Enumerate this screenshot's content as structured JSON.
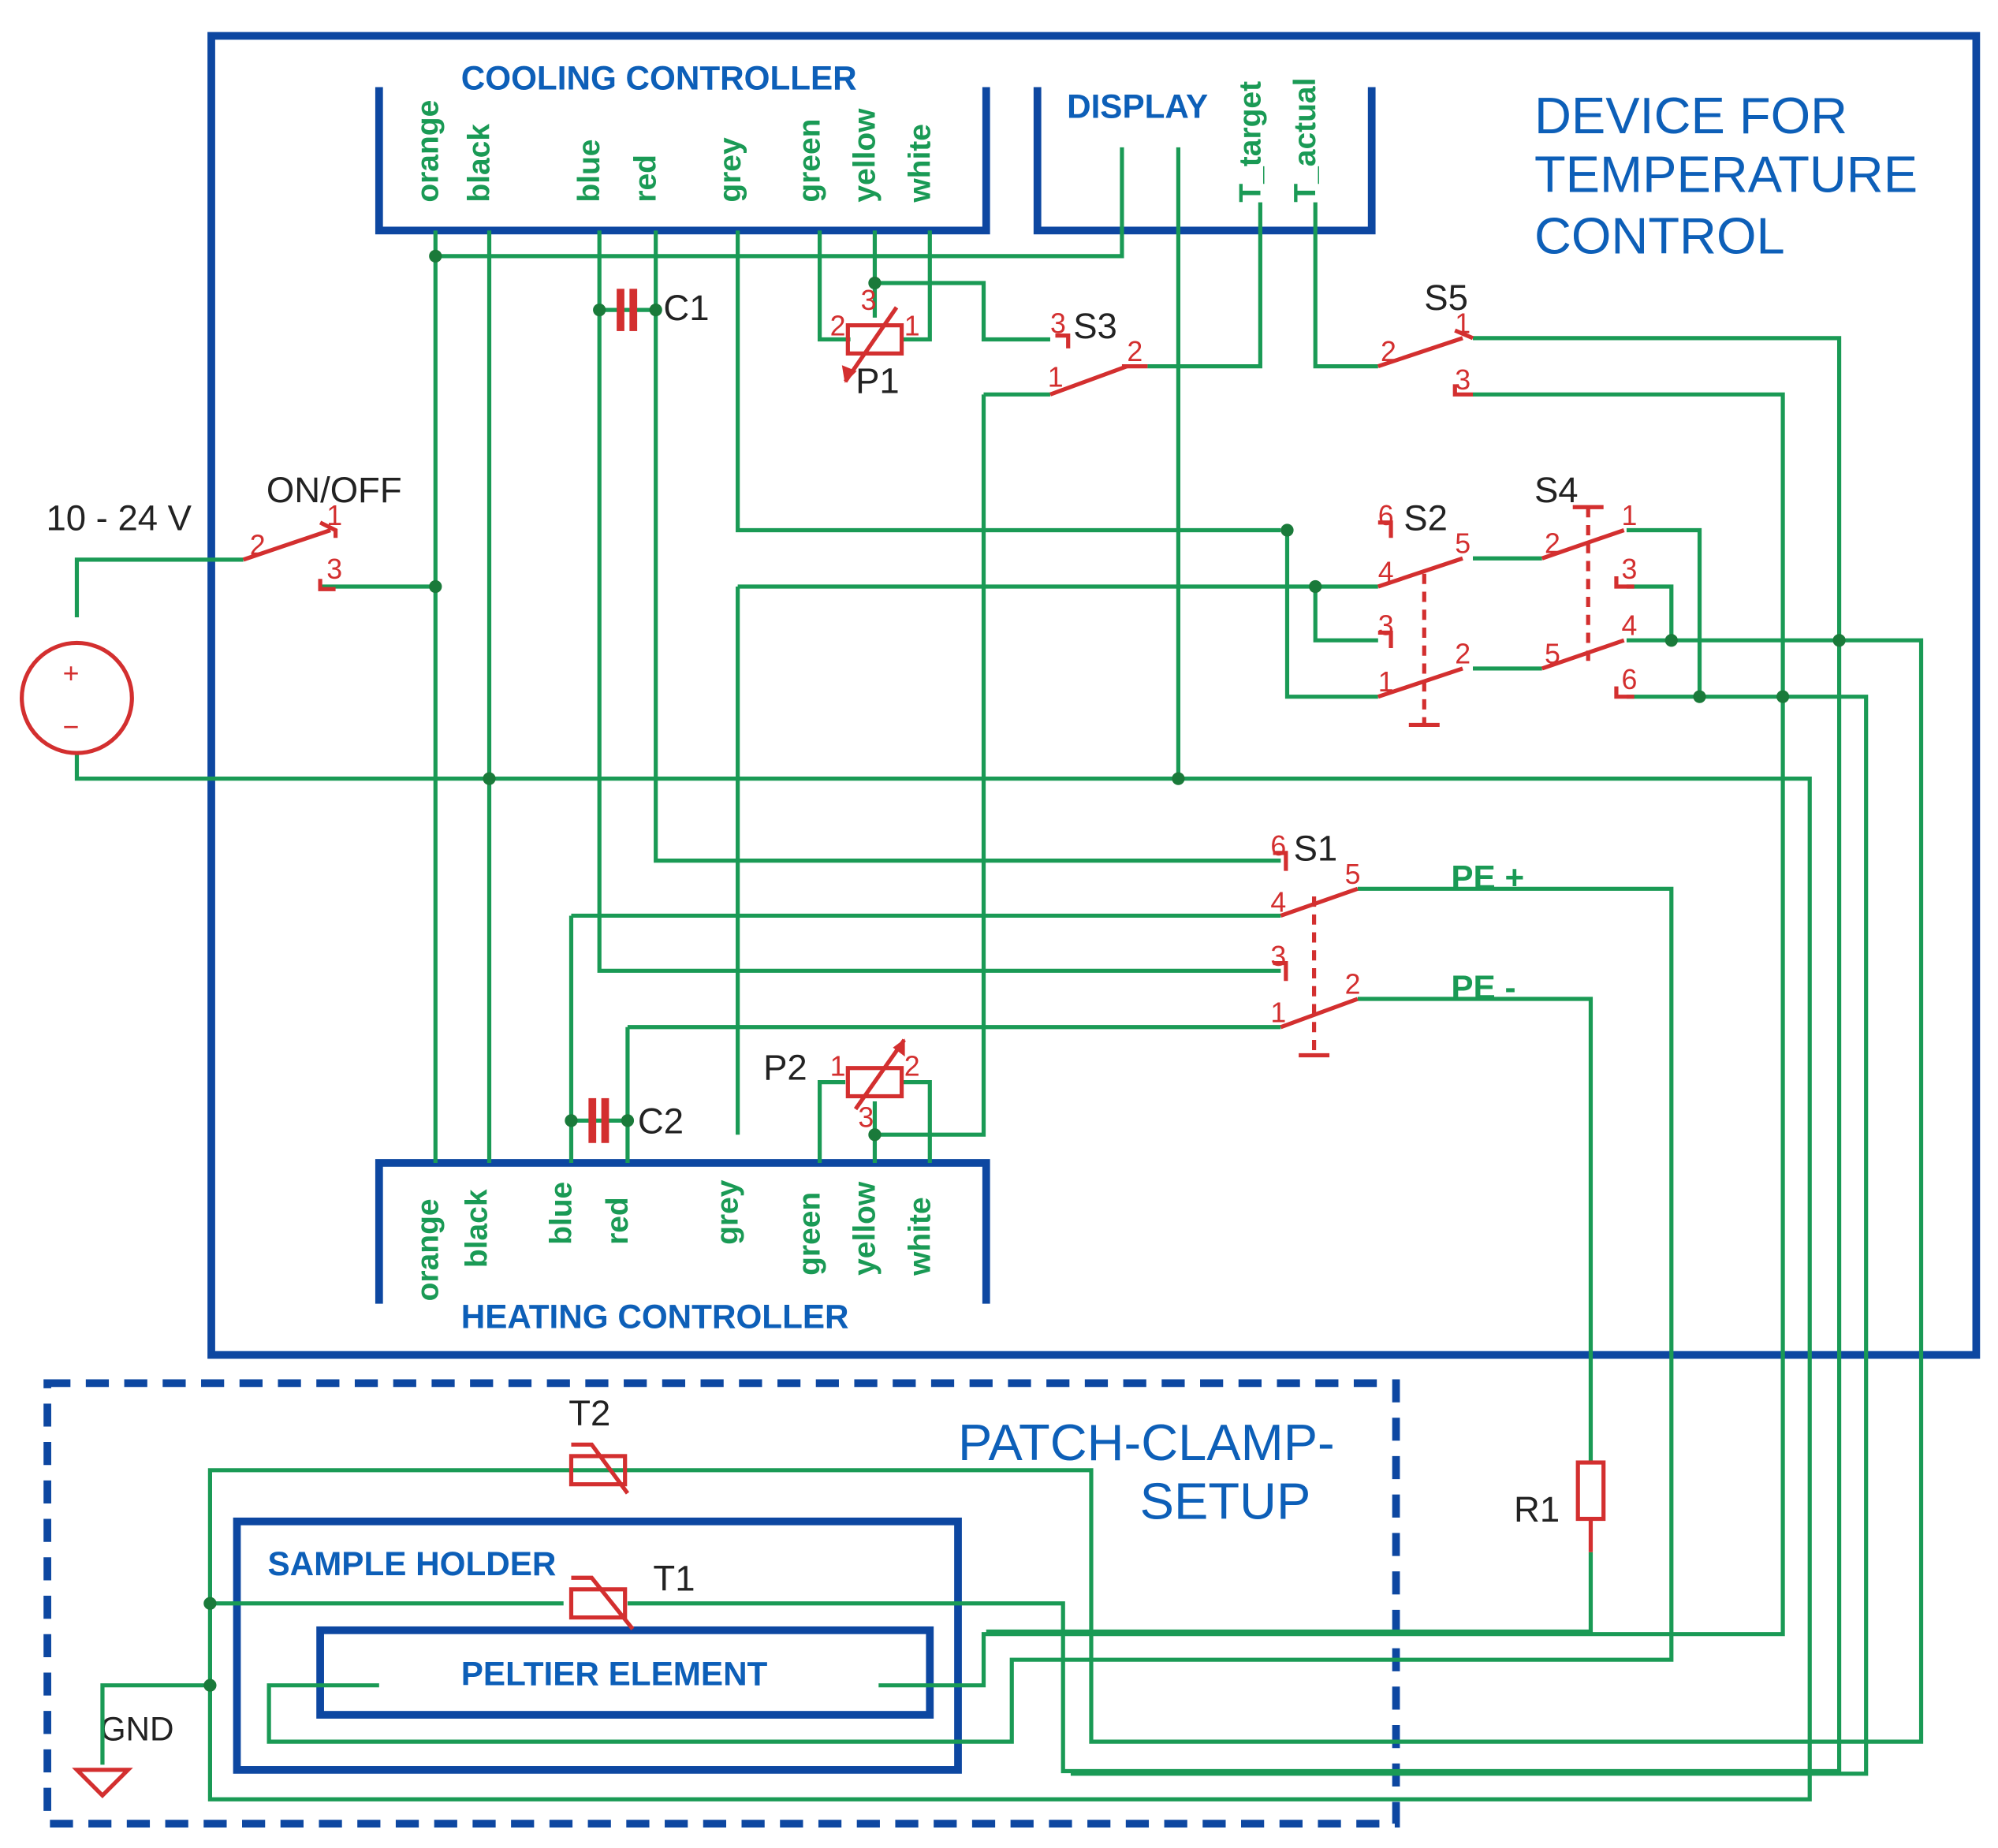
{
  "device": {
    "title_lines": [
      "DEVICE FOR",
      "TEMPERATURE",
      "CONTROL"
    ],
    "cooling_controller": {
      "label": "COOLING CONTROLLER",
      "wires": [
        "orange",
        "black",
        "blue",
        "red",
        "grey",
        "green",
        "yellow",
        "white"
      ]
    },
    "heating_controller": {
      "label": "HEATING CONTROLLER",
      "wires": [
        "orange",
        "black",
        "blue",
        "red",
        "grey",
        "green",
        "yellow",
        "white"
      ]
    },
    "display": {
      "label": "DISPLAY",
      "inputs": [
        "T_target",
        "T_actual"
      ]
    }
  },
  "supply": {
    "voltage": "10 - 24 V",
    "plus": "+",
    "minus": "−"
  },
  "components": {
    "on_off": "ON/OFF",
    "s1": "S1",
    "s2": "S2",
    "s3": "S3",
    "s4": "S4",
    "s5": "S5",
    "p1": "P1",
    "p2": "P2",
    "c1": "C1",
    "c2": "C2",
    "r1": "R1",
    "t1": "T1",
    "t2": "T2",
    "gnd": "GND"
  },
  "outputs": {
    "pe_plus": "PE +",
    "pe_minus": "PE -"
  },
  "pins": {
    "onoff": [
      "1",
      "2",
      "3"
    ],
    "s3": [
      "1",
      "2",
      "3"
    ],
    "s5": [
      "1",
      "2",
      "3"
    ],
    "p1": [
      "1",
      "2",
      "3"
    ],
    "p2": [
      "1",
      "2",
      "3"
    ],
    "s2": [
      "1",
      "2",
      "3",
      "4",
      "5",
      "6"
    ],
    "s4": [
      "1",
      "2",
      "3",
      "4",
      "5",
      "6"
    ],
    "s1": [
      "1",
      "2",
      "3",
      "4",
      "5",
      "6"
    ]
  },
  "setup": {
    "title_lines": [
      "PATCH-CLAMP-",
      "SETUP"
    ],
    "sample_holder": "SAMPLE HOLDER",
    "peltier": "PELTIER ELEMENT"
  },
  "colors": {
    "wire": "#1a9a55",
    "component": "#d32f2f",
    "frame": "#0d47a1",
    "label": "#0d5fb8"
  }
}
